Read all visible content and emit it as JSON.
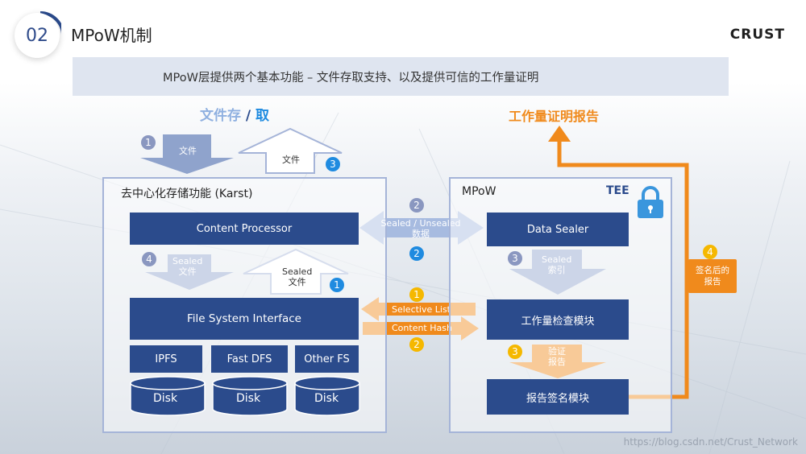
{
  "header": {
    "number": "02",
    "title": "MPoW机制",
    "logo": "CRUST"
  },
  "banner": {
    "text": "MPoW层提供两个基本功能 – 文件存取支持、以及提供可信的工作量证明"
  },
  "left_section": {
    "heading_part1": "文件存",
    "heading_sep": " / ",
    "heading_part2": "取",
    "top_arrow_down_label": "文件",
    "top_arrow_up_label": "文件",
    "box_title": "去中心化存储功能 (Karst)",
    "content_processor": "Content Processor",
    "arrow_down_label_1": "Sealed",
    "arrow_down_label_2": "文件",
    "arrow_up_label_1": "Sealed",
    "arrow_up_label_2": "文件",
    "file_system_interface": "File System Interface",
    "fs": [
      "IPFS",
      "Fast DFS",
      "Other FS"
    ],
    "disks": [
      "Disk",
      "Disk",
      "Disk"
    ]
  },
  "middle": {
    "double_arrow_label_1": "Sealed / Unsealed",
    "double_arrow_label_2": "数据",
    "selective_list": "Selective List",
    "content_hash": "Content Hash"
  },
  "right_section": {
    "heading": "工作量证明报告",
    "box_title": "MPoW",
    "tee": "TEE",
    "data_sealer": "Data Sealer",
    "arrow1_label_1": "Sealed",
    "arrow1_label_2": "索引",
    "workload_check": "工作量检查模块",
    "arrow2_label_1": "验证",
    "arrow2_label_2": "报告",
    "report_sign": "报告签名模块",
    "signed_report_1": "签名后的",
    "signed_report_2": "报告"
  },
  "steps": {
    "n1": "1",
    "n2": "2",
    "n3": "3",
    "n4": "4"
  },
  "watermark": "https://blog.csdn.net/Crust_Network",
  "colors": {
    "navy": "#2b4b8c",
    "orange": "#f08a1c",
    "light_blue": "#a5b4d8",
    "step_blue": "#1f8be0",
    "step_yellow": "#f5b800"
  }
}
